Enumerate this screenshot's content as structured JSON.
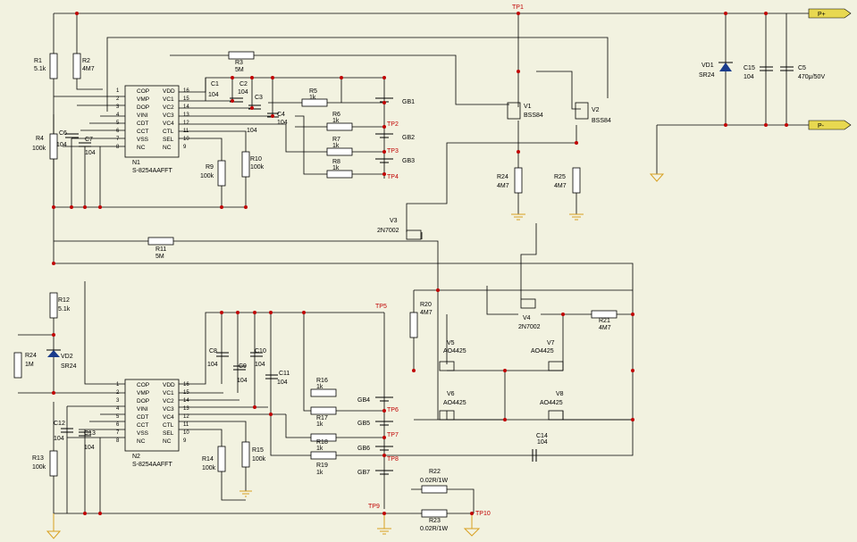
{
  "colors": {
    "background": "#f2f2e0",
    "wire": "#000000",
    "node": "#c00000",
    "testpoint": "#c00000",
    "ground": "#d8a020",
    "connector": "#e8d850"
  },
  "connectors": {
    "p_plus": "P+",
    "p_minus": "P-"
  },
  "chips": {
    "n1": {
      "ref": "N1",
      "part": "S-8254AAFFT",
      "left": [
        [
          "COP",
          "1"
        ],
        [
          "VMP",
          "2"
        ],
        [
          "DOP",
          "3"
        ],
        [
          "VINI",
          "4"
        ],
        [
          "CDT",
          "5"
        ],
        [
          "CCT",
          "6"
        ],
        [
          "VSS",
          "7"
        ],
        [
          "NC",
          "8"
        ]
      ],
      "right": [
        [
          "16",
          "VDD"
        ],
        [
          "15",
          "VC1"
        ],
        [
          "14",
          "VC2"
        ],
        [
          "13",
          "VC3"
        ],
        [
          "12",
          "VC4"
        ],
        [
          "11",
          "CTL"
        ],
        [
          "10",
          "SEL"
        ],
        [
          "9",
          "NC"
        ]
      ]
    },
    "n2": {
      "ref": "N2",
      "part": "S-8254AAFFT",
      "left": [
        [
          "COP",
          "1"
        ],
        [
          "VMP",
          "2"
        ],
        [
          "DOP",
          "3"
        ],
        [
          "VINI",
          "4"
        ],
        [
          "CDT",
          "5"
        ],
        [
          "CCT",
          "6"
        ],
        [
          "VSS",
          "7"
        ],
        [
          "NC",
          "8"
        ]
      ],
      "right": [
        [
          "16",
          "VDD"
        ],
        [
          "15",
          "VC1"
        ],
        [
          "14",
          "VC2"
        ],
        [
          "13",
          "VC3"
        ],
        [
          "12",
          "VC4"
        ],
        [
          "11",
          "CTL"
        ],
        [
          "10",
          "SEL"
        ],
        [
          "9",
          "NC"
        ]
      ]
    }
  },
  "testpoints": {
    "tp1": "TP1",
    "tp2": "TP2",
    "tp3": "TP3",
    "tp4": "TP4",
    "tp5": "TP5",
    "tp6": "TP6",
    "tp7": "TP7",
    "tp8": "TP8",
    "tp9": "TP9",
    "tp10": "TP10"
  },
  "labels": {
    "r1": "R1",
    "r1v": "5.1k",
    "r2": "R2",
    "r2v": "4M7",
    "r3": "R3",
    "r3v": "5M",
    "r4": "R4",
    "r4v": "100k",
    "r5": "R5",
    "r5v": "1k",
    "r6": "R6",
    "r6v": "1k",
    "r7": "R7",
    "r7v": "1k",
    "r8": "R8",
    "r8v": "1k",
    "r9": "R9",
    "r9v": "100k",
    "r10": "R10",
    "r10v": "100k",
    "r11": "R11",
    "r11v": "5M",
    "r12": "R12",
    "r12v": "5.1k",
    "r13": "R13",
    "r13v": "100k",
    "r14": "R14",
    "r14v": "100k",
    "r15": "R15",
    "r15v": "100k",
    "r16": "R16",
    "r16v": "1k",
    "r17": "R17",
    "r17v": "1k",
    "r18": "R18",
    "r18v": "1k",
    "r19": "R19",
    "r19v": "1k",
    "r20": "R20",
    "r20v": "4M7",
    "r21": "R21",
    "r21v": "4M7",
    "r22": "R22",
    "r22v": "0.02R/1W",
    "r23": "R23",
    "r23v": "0.02R/1W",
    "r23b": "R25",
    "r23bv": "4M7",
    "r24": "R24",
    "r24v": "4M7",
    "r24b": "R24",
    "r24bv": "1M",
    "c1": "C1",
    "c2": "C2",
    "c3": "C3",
    "c4": "C4",
    "c5": "C5",
    "c5v": "470μ/50V",
    "c6": "C6",
    "c7": "C7",
    "c8": "C8",
    "c9": "C9",
    "c10": "C10",
    "c11": "C11",
    "c12": "C12",
    "c13": "C13",
    "c14": "C14",
    "c15": "C15",
    "cval": "104",
    "vd1": "VD1",
    "vd1v": "SR24",
    "vd2": "VD2",
    "vd2v": "SR24",
    "v1": "V1",
    "v1v": "BSS84",
    "v2": "V2",
    "v2v": "BSS84",
    "v3": "V3",
    "v3v": "2N7002",
    "v4": "V4",
    "v4v": "2N7002",
    "v5": "V5",
    "v6": "V6",
    "v7": "V7",
    "v8": "V8",
    "aov": "AO4425",
    "gb1": "GB1",
    "gb2": "GB2",
    "gb3": "GB3",
    "gb4": "GB4",
    "gb5": "GB5",
    "gb6": "GB6",
    "gb7": "GB7"
  }
}
